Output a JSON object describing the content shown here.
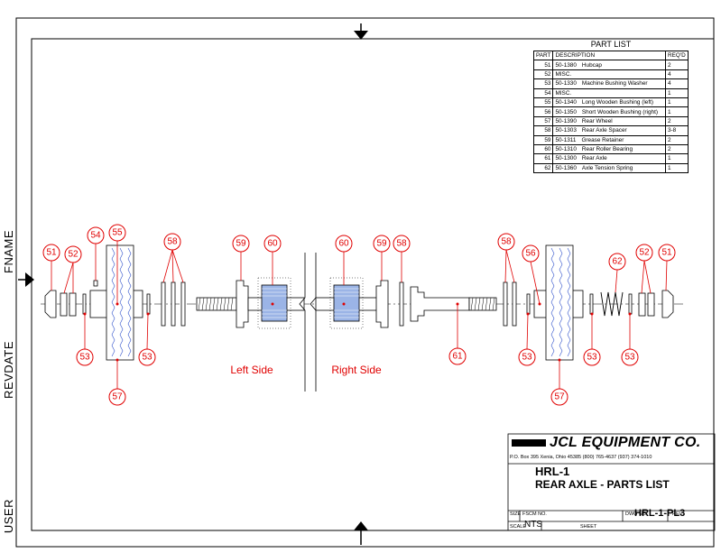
{
  "margin_labels": {
    "fname": "FNAME",
    "revdate": "REVDATE",
    "user": "USER"
  },
  "part_list": {
    "title": "PART LIST",
    "headers": {
      "part": "PART",
      "description": "DESCRIPTION",
      "reqd": "REQ'D"
    },
    "rows": [
      {
        "part": "51",
        "number": "50-1380",
        "name": "Hubcap",
        "reqd": "2"
      },
      {
        "part": "52",
        "number": "MISC.",
        "name": "",
        "reqd": "4"
      },
      {
        "part": "53",
        "number": "50-1330",
        "name": "Machine Bushing Washer",
        "reqd": "4"
      },
      {
        "part": "54",
        "number": "MISC.",
        "name": "",
        "reqd": "1"
      },
      {
        "part": "55",
        "number": "50-1340",
        "name": "Long Wooden Bushing (left)",
        "reqd": "1"
      },
      {
        "part": "56",
        "number": "50-1350",
        "name": "Short Wooden Bushing (right)",
        "reqd": "1"
      },
      {
        "part": "57",
        "number": "50-1390",
        "name": "Rear Wheel",
        "reqd": "2"
      },
      {
        "part": "58",
        "number": "50-1303",
        "name": "Rear Axle Spacer",
        "reqd": "3-8"
      },
      {
        "part": "59",
        "number": "50-1311",
        "name": "Grease Retainer",
        "reqd": "2"
      },
      {
        "part": "60",
        "number": "50-1310",
        "name": "Rear Roller Bearing",
        "reqd": "2"
      },
      {
        "part": "61",
        "number": "50-1300",
        "name": "Rear Axle",
        "reqd": "1"
      },
      {
        "part": "62",
        "number": "50-1360",
        "name": "Axle Tension Spring",
        "reqd": "1"
      }
    ]
  },
  "side_labels": {
    "left": "Left Side",
    "right": "Right Side"
  },
  "balloons": {
    "b51a": "51",
    "b52a": "52",
    "b54": "54",
    "b55": "55",
    "b53a": "53",
    "b53b": "53",
    "b57a": "57",
    "b58a": "58",
    "b59a": "59",
    "b60a": "60",
    "b60b": "60",
    "b59b": "59",
    "b58b": "58",
    "b58c": "58",
    "b56": "56",
    "b62": "62",
    "b52b": "52",
    "b51b": "51",
    "b61": "61",
    "b53c": "53",
    "b53d": "53",
    "b53e": "53",
    "b57b": "57"
  },
  "title_block": {
    "company": "JCL EQUIPMENT CO.",
    "address": "P.O. Box 395 Xenia, Ohio 45385     (800) 765-4637  (937) 374-1010",
    "model": "HRL-1",
    "drawing_title": "REAR AXLE - PARTS LIST",
    "size_label": "SIZE",
    "fscm_label": "FSCM NO.",
    "dwg_label": "DWG NO.",
    "dwg_no": "HRL-1-PL3",
    "rev_label": "REV",
    "scale_label": "SCALE",
    "scale_value": "NTS",
    "sheet_label": "SHEET"
  },
  "colors": {
    "balloon": "#e00000",
    "line": "#000000",
    "bearing_fill": "#9bb4e6",
    "wheel_wave": "#3355cc"
  }
}
